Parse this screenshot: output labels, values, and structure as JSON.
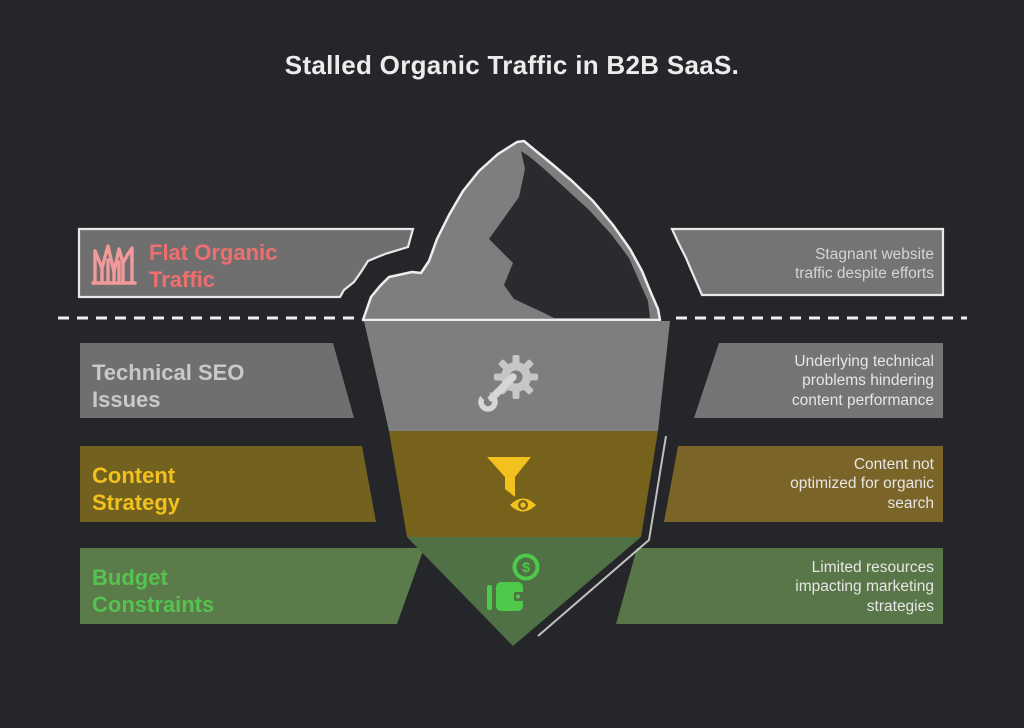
{
  "title": "Stalled Organic Traffic in B2B SaaS.",
  "colors": {
    "background": "#25262a",
    "band_gray": "#6f6f6f",
    "band_olive": "#73621f",
    "band_green": "#5c7b4a",
    "iceberg_gray": "#7e7e7e",
    "center_olive": "#77621c",
    "center_green": "#507145",
    "outline_white": "#ececec",
    "accent_red": "#ef6e6e",
    "accent_yellow": "#f2c11d",
    "accent_green": "#4ec94a"
  },
  "rows": [
    {
      "id": "flat-organic-traffic",
      "position": "above-waterline",
      "label": "Flat Organic Traffic",
      "label_lines": [
        "Flat Organic",
        "Traffic"
      ],
      "description": "Stagnant website traffic despite efforts",
      "description_lines": [
        "Stagnant website",
        "traffic despite efforts"
      ],
      "icon": "bar-chart-icon",
      "accent": "#ef6e6e"
    },
    {
      "id": "technical-seo-issues",
      "position": "below-waterline",
      "label": "Technical SEO Issues",
      "label_lines": [
        "Technical SEO",
        "Issues"
      ],
      "description": "Underlying technical problems hindering content performance",
      "description_lines": [
        "Underlying technical",
        "problems hindering",
        "content performance"
      ],
      "icon": "gear-wrench-icon",
      "accent": "#c9c9c9"
    },
    {
      "id": "content-strategy",
      "position": "below-waterline",
      "label": "Content Strategy",
      "label_lines": [
        "Content",
        "Strategy"
      ],
      "description": "Content not optimized for organic search",
      "description_lines": [
        "Content not",
        "optimized for organic",
        "search"
      ],
      "icon": "funnel-eye-icon",
      "accent": "#f2c11d"
    },
    {
      "id": "budget-constraints",
      "position": "below-waterline",
      "label": "Budget Constraints",
      "label_lines": [
        "Budget",
        "Constraints"
      ],
      "description": "Limited resources impacting marketing strategies",
      "description_lines": [
        "Limited resources",
        "impacting marketing",
        "strategies"
      ],
      "icon": "wallet-coin-icon",
      "accent": "#4ec94a"
    }
  ]
}
